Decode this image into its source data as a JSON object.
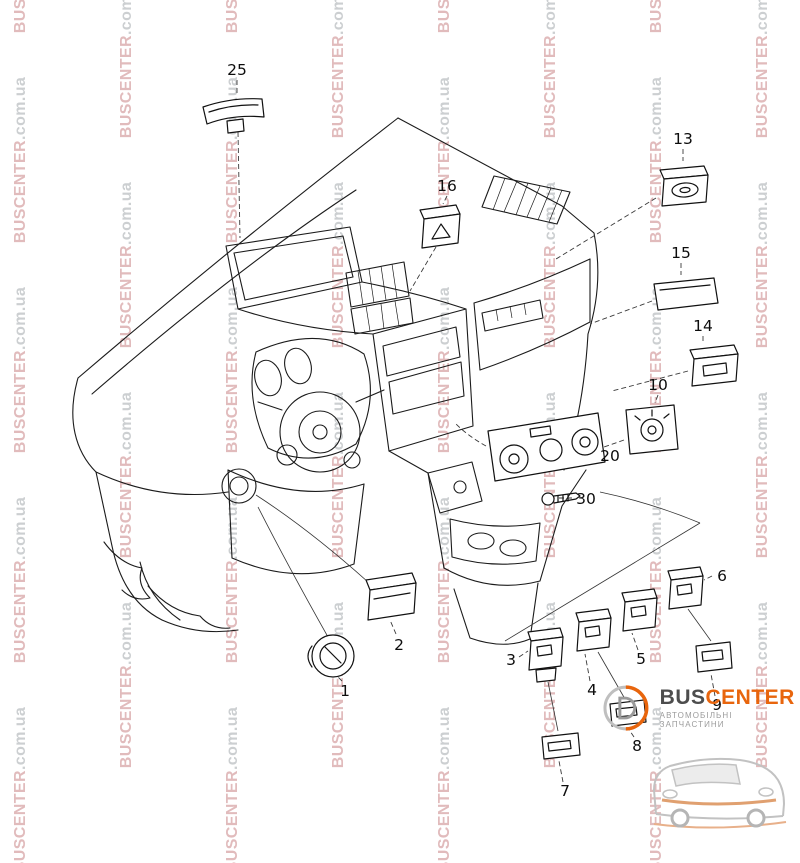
{
  "watermark": {
    "brand": "BUSCENTER",
    "suffix": ".com.ua",
    "brand_color": "#c4797c",
    "suffix_color": "#9aa0a5"
  },
  "parts": [
    {
      "number": "25"
    },
    {
      "number": "16"
    },
    {
      "number": "13"
    },
    {
      "number": "15"
    },
    {
      "number": "14"
    },
    {
      "number": "10"
    },
    {
      "number": "20"
    },
    {
      "number": "30"
    },
    {
      "number": "2"
    },
    {
      "number": "1"
    },
    {
      "number": "3"
    },
    {
      "number": "4"
    },
    {
      "number": "5"
    },
    {
      "number": "6"
    },
    {
      "number": "7"
    },
    {
      "number": "8"
    },
    {
      "number": "9"
    }
  ],
  "logo": {
    "brand_primary": "BUS",
    "brand_secondary": "CENTER",
    "tagline": "АВТОМОБІЛЬНІ ЗАПЧАСТИНИ",
    "accent_color": "#e8650d"
  }
}
